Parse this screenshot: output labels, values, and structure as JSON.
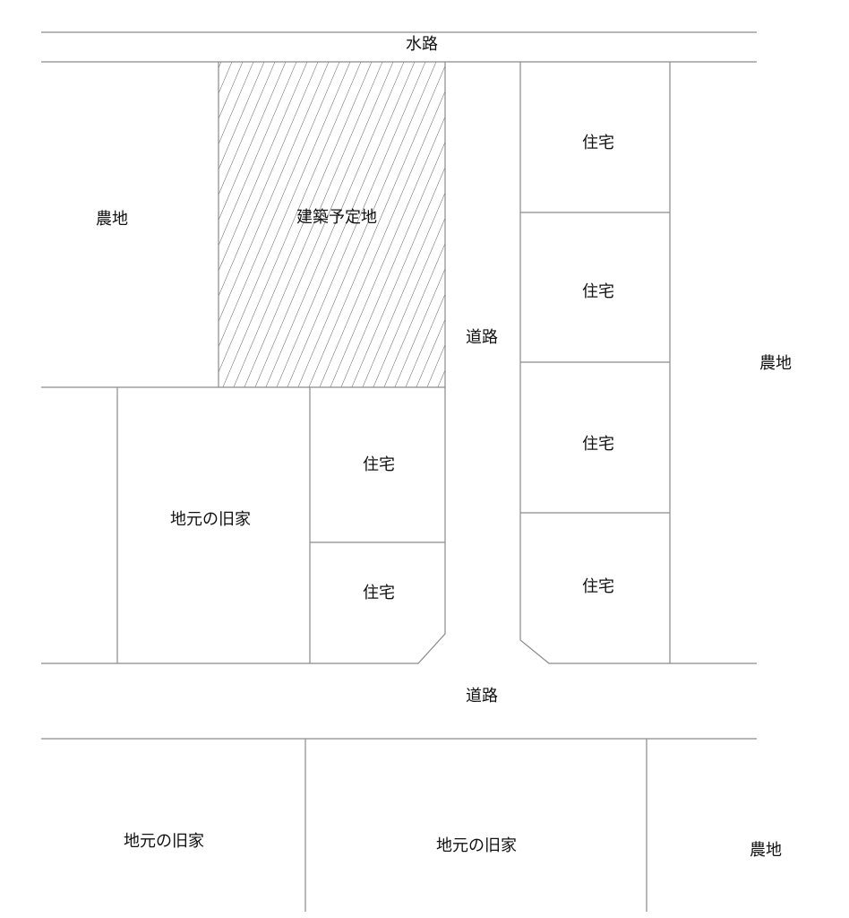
{
  "labels": {
    "waterway": "水路",
    "farmland_left": "農地",
    "planned_site": "建築予定地",
    "house_r1": "住宅",
    "house_r2": "住宅",
    "house_r3": "住宅",
    "house_r4": "住宅",
    "road_vertical": "道路",
    "farmland_right": "農地",
    "house_m1": "住宅",
    "house_m2": "住宅",
    "old_house_mid": "地元の旧家",
    "road_horizontal": "道路",
    "old_house_bl": "地元の旧家",
    "old_house_bm": "地元の旧家",
    "farmland_br": "農地"
  },
  "colors": {
    "line": "#8a8a8a",
    "hatch": "#555555"
  }
}
